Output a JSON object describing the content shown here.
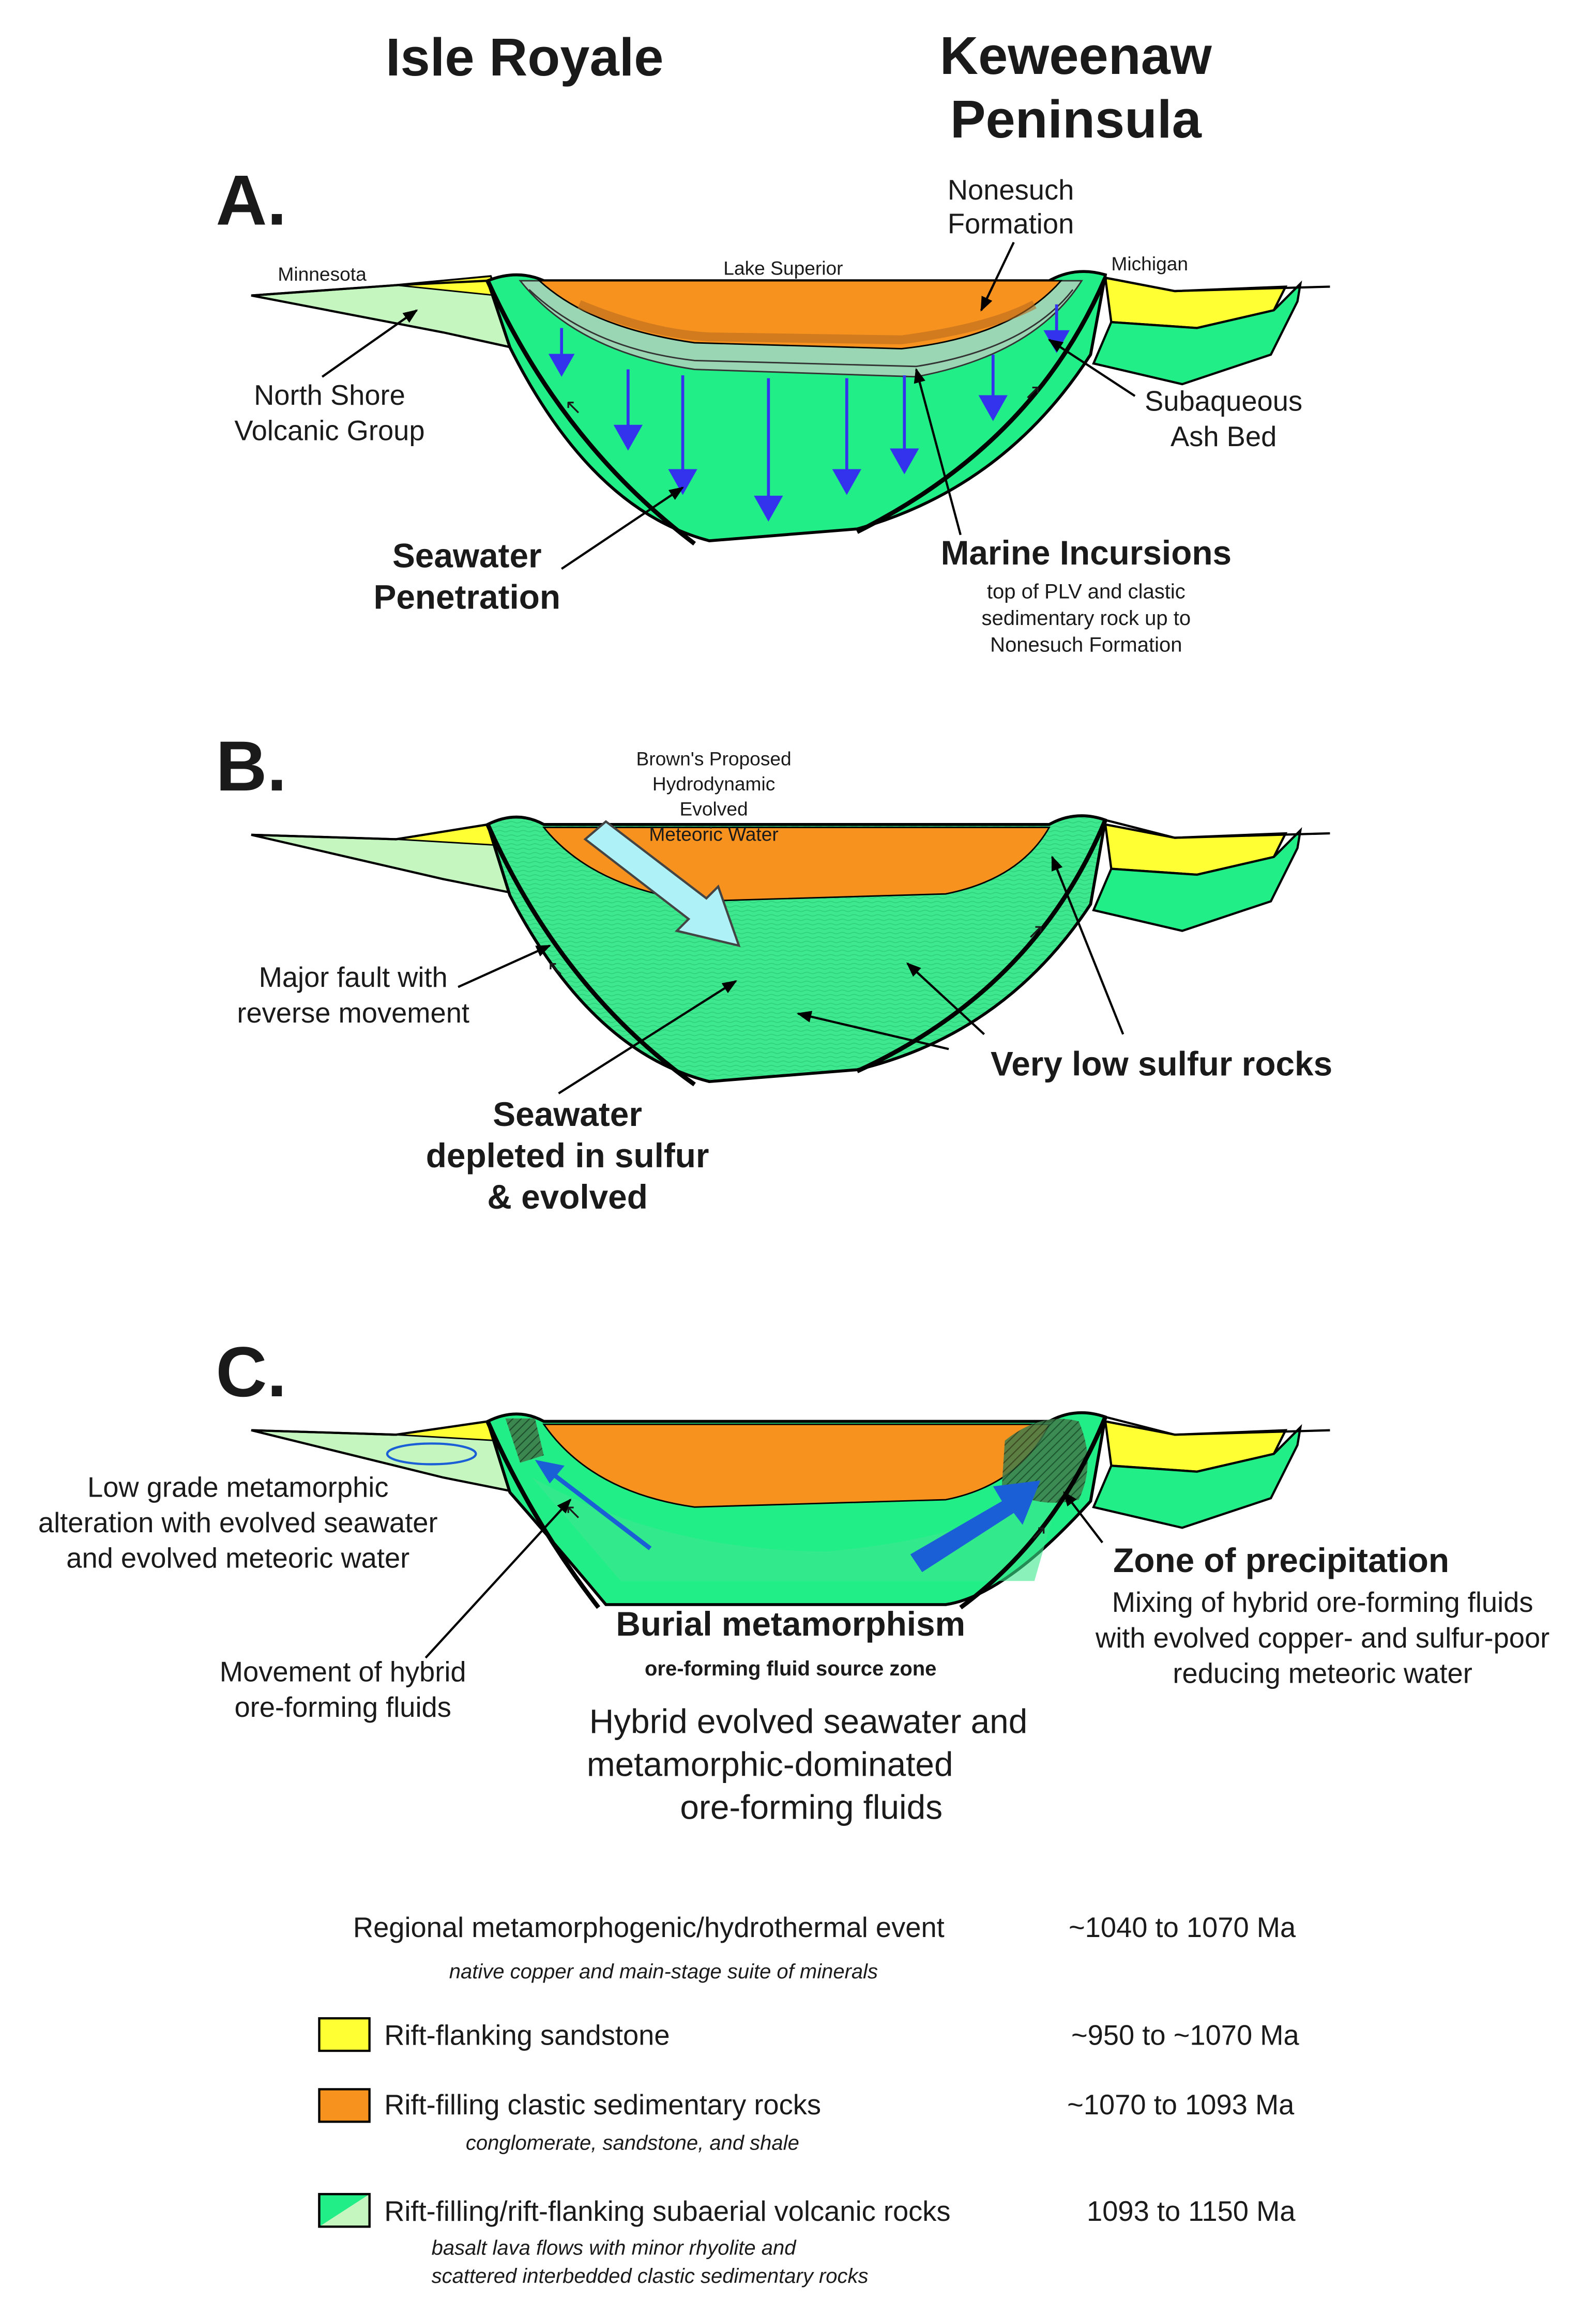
{
  "headers": {
    "left": "Isle Royale",
    "right_line1": "Keweenaw",
    "right_line2": "Peninsula"
  },
  "panel_a": {
    "letter": "A.",
    "minnesota": "Minnesota",
    "lake_superior": "Lake Superior",
    "michigan": "Michigan",
    "nonesuch_1": "Nonesuch",
    "nonesuch_2": "Formation",
    "north_shore_1": "North Shore",
    "north_shore_2": "Volcanic Group",
    "ash_1": "Subaqueous",
    "ash_2": "Ash Bed",
    "seawater_1": "Seawater",
    "seawater_2": "Penetration",
    "marine": "Marine Incursions",
    "marine_sub_1": "top of PLV and clastic",
    "marine_sub_2": "sedimentary rock up to",
    "marine_sub_3": "Nonesuch Formation"
  },
  "panel_b": {
    "letter": "B.",
    "browns_1": "Brown's Proposed",
    "browns_2": "Hydrodynamic",
    "browns_3": "Evolved",
    "browns_4": "Meteoric Water",
    "fault_1": "Major fault with",
    "fault_2": "reverse movement",
    "low_sulfur": "Very low sulfur rocks",
    "depleted_1": "Seawater",
    "depleted_2": "depleted in sulfur",
    "depleted_3": "& evolved"
  },
  "panel_c": {
    "letter": "C.",
    "lowgrade_1": "Low grade metamorphic",
    "lowgrade_2": "alteration with evolved seawater",
    "lowgrade_3": "and evolved meteoric water",
    "zone": "Zone of precipitation",
    "mixing_1": "Mixing of hybrid ore-forming fluids",
    "mixing_2": "with evolved copper- and sulfur-poor",
    "mixing_3": "reducing meteoric water",
    "burial": "Burial metamorphism",
    "burial_sub": "ore-forming fluid source zone",
    "movement_1": "Movement of hybrid",
    "movement_2": "ore-forming fluids",
    "hybrid_1": "Hybrid evolved seawater and",
    "hybrid_2": "metamorphic-dominated",
    "hybrid_3": "ore-forming fluids"
  },
  "legend": {
    "event": "Regional metamorphogenic/hydrothermal event",
    "event_age": "~1040 to 1070 Ma",
    "event_sub": "native copper and main-stage suite of minerals",
    "sandstone": "Rift-flanking sandstone",
    "sandstone_age": "~950 to ~1070 Ma",
    "clastic": "Rift-filling clastic sedimentary rocks",
    "clastic_age": "~1070 to 1093 Ma",
    "clastic_sub": "conglomerate, sandstone, and shale",
    "volcanic": "Rift-filling/rift-flanking subaerial volcanic rocks",
    "volcanic_age": "1093 to 1150 Ma",
    "volcanic_sub_1": "basalt lava flows with minor rhyolite and",
    "volcanic_sub_2": "scattered interbedded clastic sedimentary rocks"
  },
  "colors": {
    "volcanic": "#22ee88",
    "volcanic_light": "#c6f6c0",
    "sandstone": "#ffff33",
    "clastic": "#f7921e",
    "arrow_blue": "#3333ee",
    "arrow_light": "#aef2f8",
    "flow_arrow": "#1a5fd6"
  }
}
